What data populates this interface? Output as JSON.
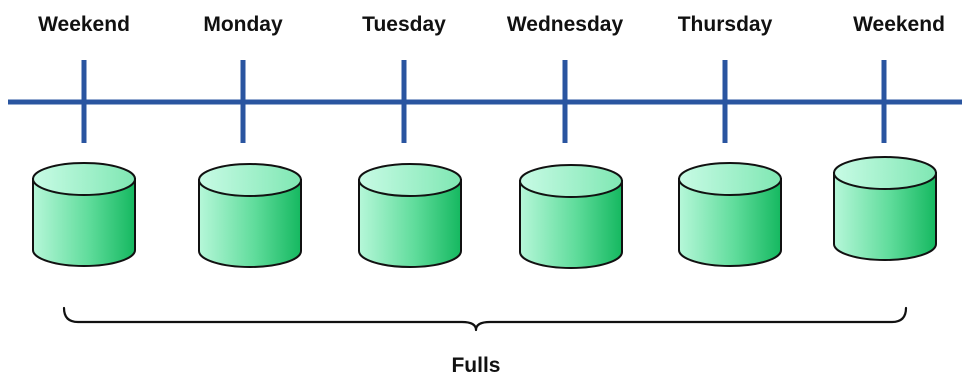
{
  "timeline": {
    "days": [
      {
        "label": "Weekend"
      },
      {
        "label": "Monday"
      },
      {
        "label": "Tuesday"
      },
      {
        "label": "Wednesday"
      },
      {
        "label": "Thursday"
      },
      {
        "label": "Weekend"
      }
    ],
    "line_color": "#2a55a0"
  },
  "backups": {
    "type_label": "Fulls",
    "cylinder_colors": {
      "light": "#b6f7d9",
      "dark": "#1fbf6a",
      "outline": "#111111"
    },
    "icon": "database-cylinder-icon"
  }
}
